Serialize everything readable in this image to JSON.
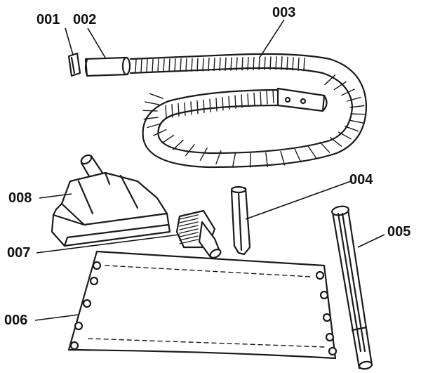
{
  "parts": [
    {
      "id": "part-001",
      "label": "001",
      "name": "hose-end-cap"
    },
    {
      "id": "part-002",
      "label": "002",
      "name": "hose-cuff"
    },
    {
      "id": "part-003",
      "label": "003",
      "name": "hose"
    },
    {
      "id": "part-004",
      "label": "004",
      "name": "crevice-tool"
    },
    {
      "id": "part-005",
      "label": "005",
      "name": "wand"
    },
    {
      "id": "part-006",
      "label": "006",
      "name": "cover-mat"
    },
    {
      "id": "part-007",
      "label": "007",
      "name": "dusting-brush"
    },
    {
      "id": "part-008",
      "label": "008",
      "name": "power-nozzle"
    }
  ]
}
